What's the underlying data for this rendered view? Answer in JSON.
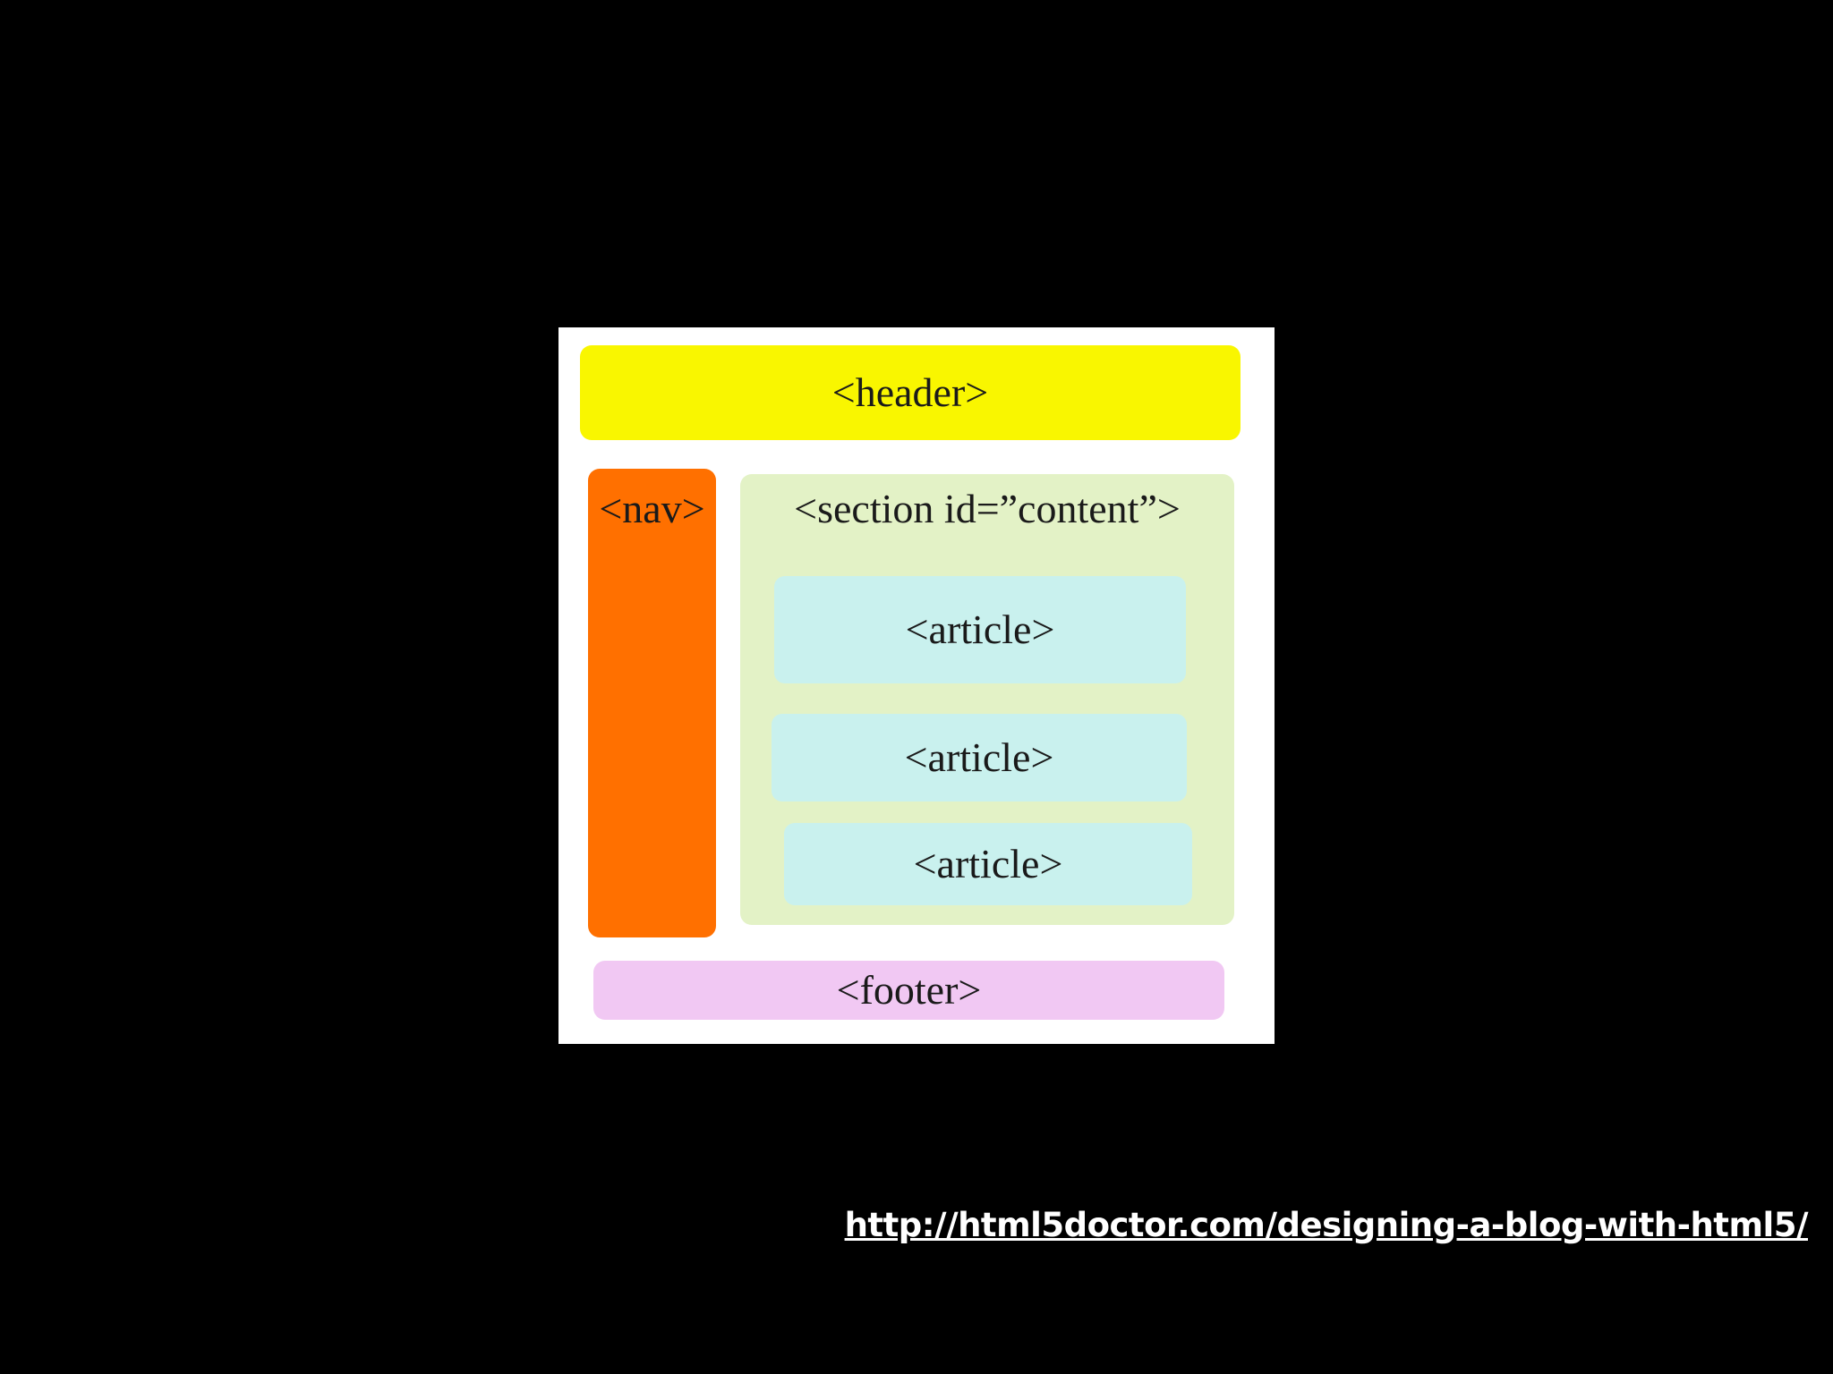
{
  "diagram": {
    "header": "<header>",
    "nav": "<nav>",
    "section": "<section id=””content”>",
    "articles": [
      "<article>",
      "<article>",
      "<article>"
    ],
    "footer": "<footer>"
  },
  "source_url": "http://html5doctor.com/designing-a-blog-with-html5/",
  "colors": {
    "background": "#000000",
    "diagram_background": "#ffffff",
    "header": "#f9f600",
    "nav": "#ff7000",
    "section": "#e3f2c6",
    "article": "#c9f1ee",
    "footer": "#f1c8f3"
  }
}
